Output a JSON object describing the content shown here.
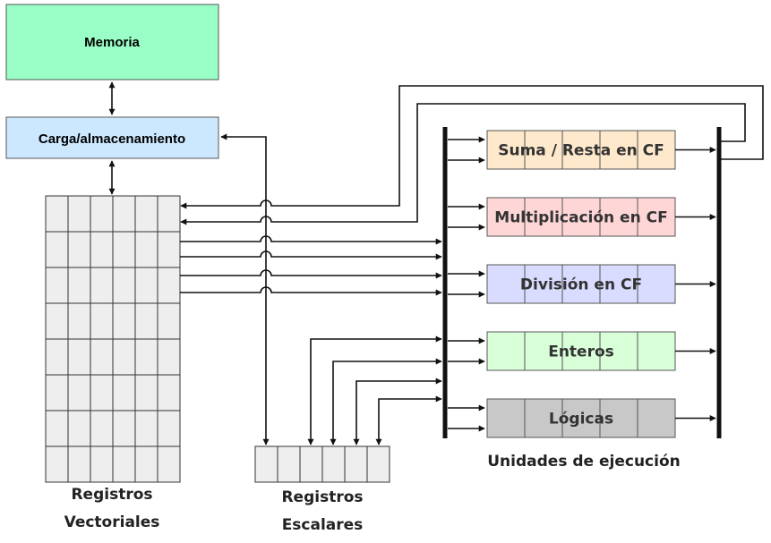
{
  "memory": {
    "label": "Memoria",
    "color": "#99ffc6"
  },
  "load_store": {
    "label": "Carga/almacenamiento",
    "color": "#cce8ff"
  },
  "vector_registers": {
    "caption_line1": "Registros",
    "caption_line2": "Vectoriales",
    "color": "#eeeeee"
  },
  "scalar_registers": {
    "caption_line1": "Registros",
    "caption_line2": "Escalares",
    "color": "#eeeeee"
  },
  "execution_units": {
    "caption": "Unidades de ejecución",
    "units": [
      {
        "label": "Suma  / Resta en CF",
        "color": "#ffe9cc"
      },
      {
        "label": "Multiplicación en CF",
        "color": "#ffd6d6"
      },
      {
        "label": "División en CF",
        "color": "#d9dcff"
      },
      {
        "label": "Enteros",
        "color": "#d9ffd9"
      },
      {
        "label": "Lógicas",
        "color": "#c8c8c8"
      }
    ]
  }
}
